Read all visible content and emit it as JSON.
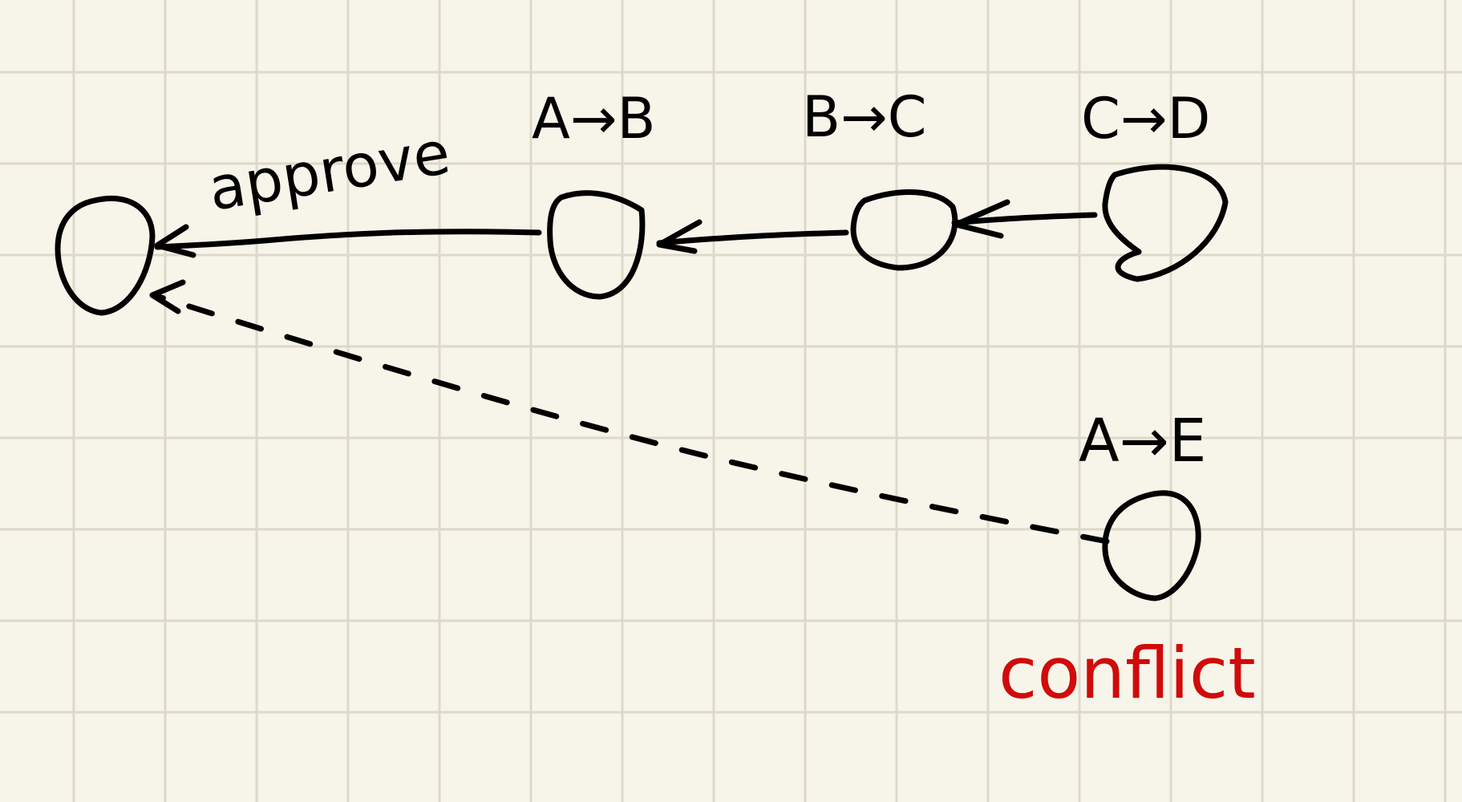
{
  "colors": {
    "paper": "#f7f5ea",
    "grid": "#dcd9cb",
    "ink": "#000000",
    "accent": "#d10a0a"
  },
  "nodes": [
    {
      "id": "root",
      "label": ""
    },
    {
      "id": "ab",
      "label": "A→B"
    },
    {
      "id": "bc",
      "label": "B→C"
    },
    {
      "id": "cd",
      "label": "C→D"
    },
    {
      "id": "ae",
      "label": "A→E"
    }
  ],
  "edges": [
    {
      "from": "ab",
      "to": "root",
      "style": "solid",
      "label": "approve"
    },
    {
      "from": "bc",
      "to": "ab",
      "style": "solid",
      "label": ""
    },
    {
      "from": "cd",
      "to": "bc",
      "style": "solid",
      "label": ""
    },
    {
      "from": "ae",
      "to": "root",
      "style": "dashed",
      "label": ""
    }
  ],
  "annotations": {
    "conflict": "conflict"
  }
}
